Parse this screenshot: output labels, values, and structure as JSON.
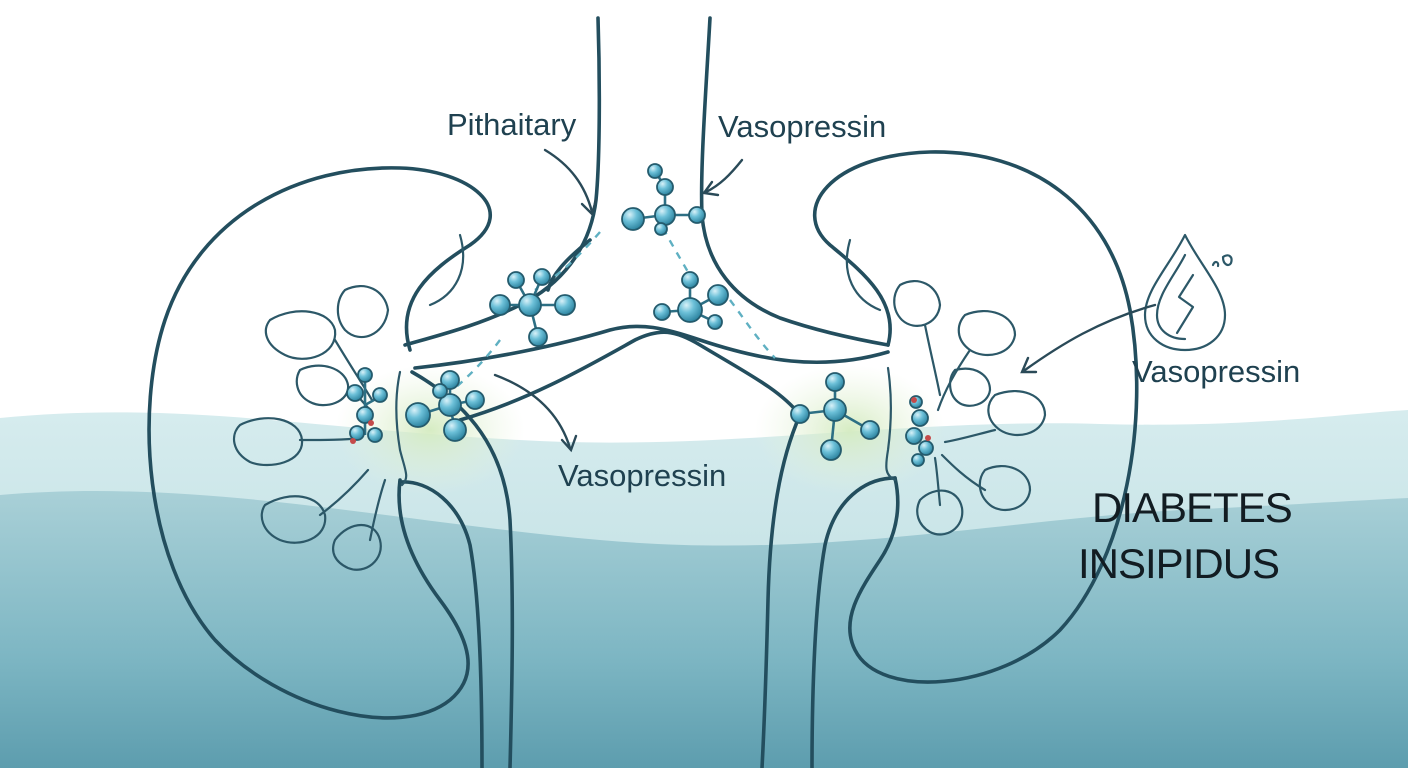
{
  "labels": {
    "pituitary": "Pithaitary",
    "vasopressin_top": "Vasopressin",
    "vasopressin_right": "Vasopressin",
    "vasopressin_center": "Vasopressin",
    "title_line1": "DIABETES",
    "title_line2": "INSIPIDUS"
  },
  "icons": {
    "water_drop": "cracked-water-drop-icon",
    "molecule": "molecule-icon"
  },
  "colors": {
    "outline": "#234e5e",
    "molecule": "#5cb5d0",
    "water_light": "#cfe8ea",
    "water_dark": "#5d9dae",
    "highlight": "#d9eccb"
  }
}
